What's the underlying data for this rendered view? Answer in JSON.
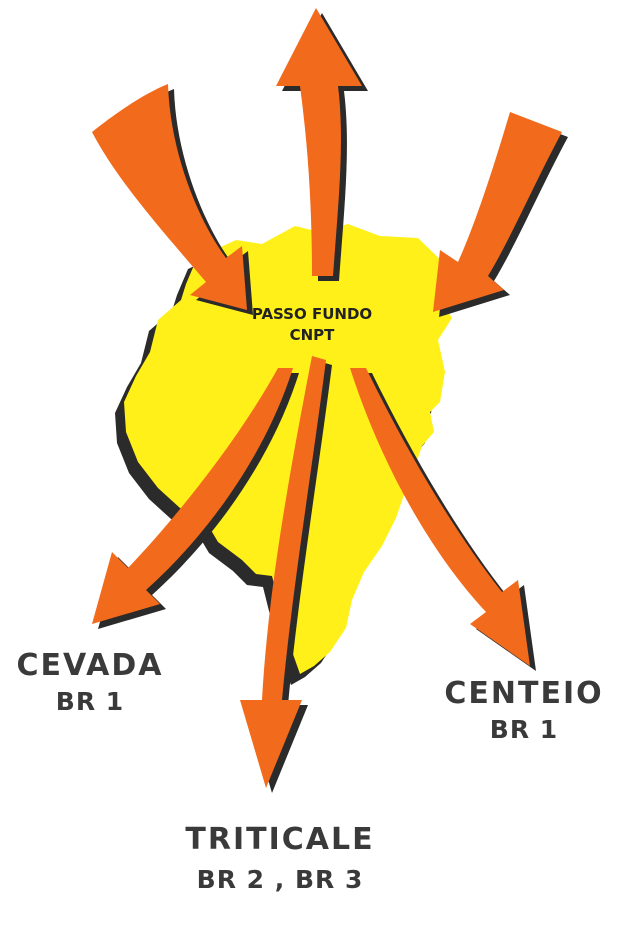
{
  "center": {
    "line1": "PASSO FUNDO",
    "line2": "CNPT"
  },
  "outputs": [
    {
      "crop": "CEVADA",
      "variety": "BR 1"
    },
    {
      "crop": "TRITICALE",
      "variety": "BR 2 , BR 3"
    },
    {
      "crop": "CENTEIO",
      "variety": "BR 1"
    }
  ],
  "colors": {
    "region_fill": "#FFF01A",
    "arrow_fill": "#F26A1B",
    "shadow": "#2b2b2b",
    "text": "#3a3a3a"
  }
}
